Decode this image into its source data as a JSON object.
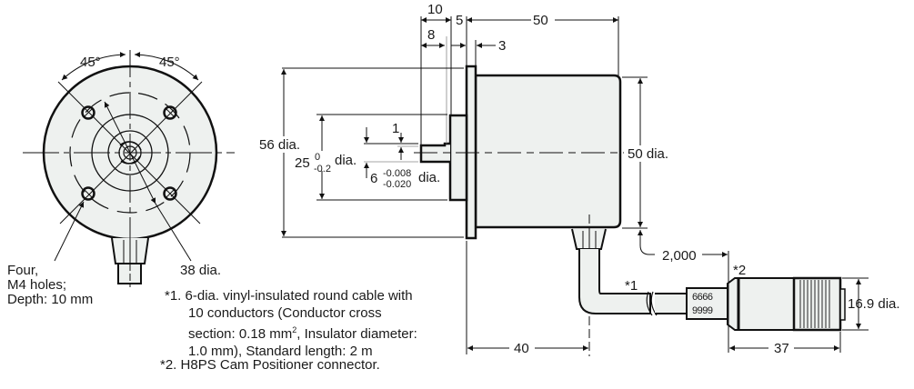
{
  "colors": {
    "line": "#111111",
    "body_fill": "#eef1ef",
    "background": "#ffffff"
  },
  "front_view": {
    "angle_left": "45°",
    "angle_right": "45°",
    "hole_note_lines": [
      "Four,",
      "M4 holes;",
      "Depth: 10 mm"
    ],
    "pcd_label": "38 dia."
  },
  "side_view": {
    "dims": {
      "shaft_len": "10",
      "shaft_len_inner": "8",
      "hub_len": "5",
      "flange_thk": "3",
      "body_len": "50",
      "flange_dia": "56 dia.",
      "hub_dia_base": "25",
      "hub_dia_upper_tol": "0",
      "hub_dia_lower_tol": "-0.2",
      "hub_dia_suffix": "dia.",
      "flat_depth": "1",
      "shaft_dia_base": "6",
      "shaft_dia_upper_tol": "-0.008",
      "shaft_dia_lower_tol": "-0.020",
      "shaft_dia_suffix": "dia.",
      "body_dia": "50 dia.",
      "cable_len": "2,000",
      "cable_offset": "40",
      "connector_len": "37",
      "connector_dia": "16.9 dia."
    },
    "callout_1": "*1",
    "callout_2": "*2",
    "connector_digits_top": "6666",
    "connector_digits_bottom": "9999"
  },
  "notes": {
    "note1_lines": [
      "*1. 6-dia. vinyl-insulated round cable with",
      "10 conductors (Conductor cross",
      "section: 0.18 mm",
      "2",
      ", Insulator diameter:",
      "1.0 mm), Standard length: 2 m"
    ],
    "note2": "*2. H8PS Cam Positioner connector."
  }
}
